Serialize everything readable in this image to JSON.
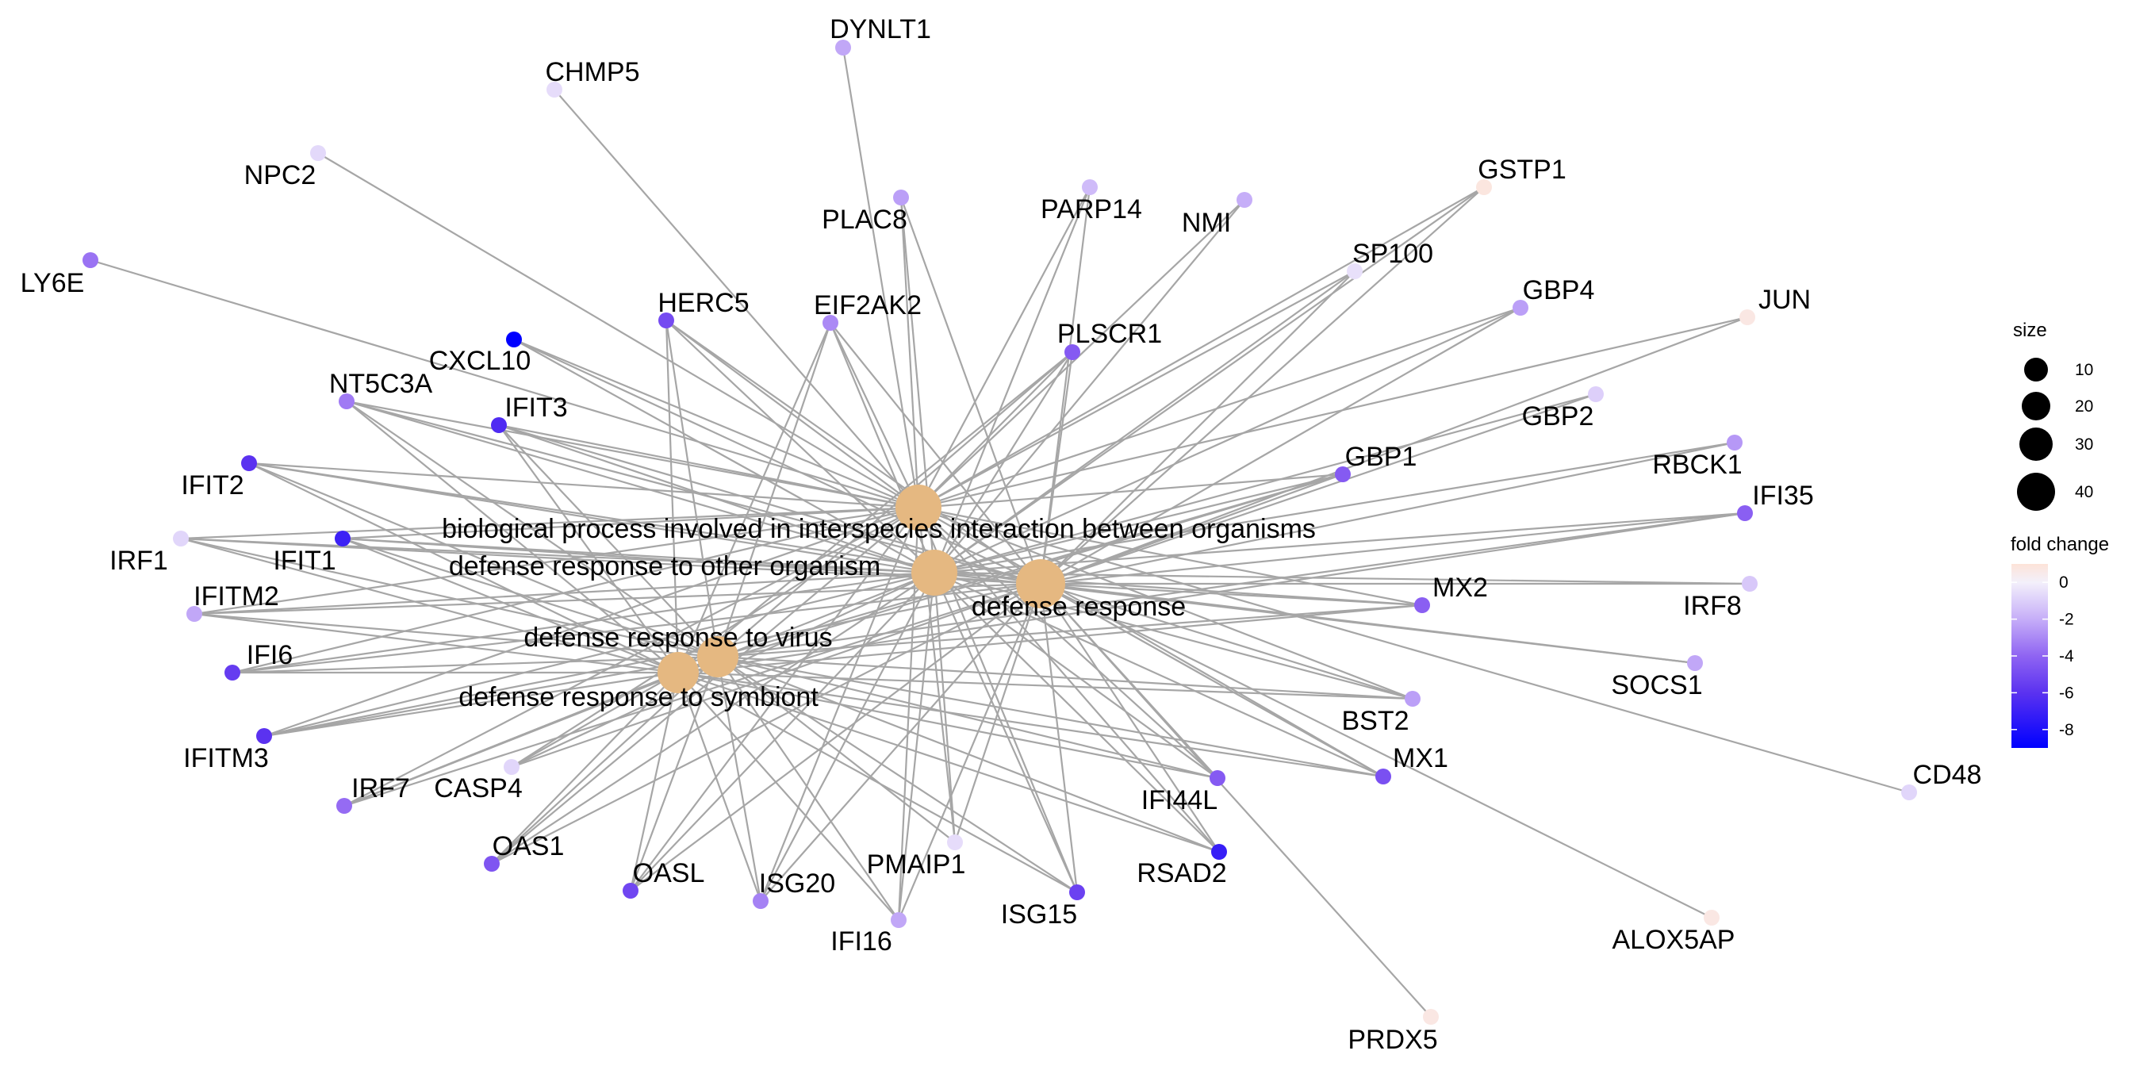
{
  "colors": {
    "edge": "#a6a6a6",
    "term_node": "#e5b881",
    "fold_scale": [
      {
        "v": -9,
        "c": "#0000ff"
      },
      {
        "v": -6,
        "c": "#5b32f0"
      },
      {
        "v": -4,
        "c": "#8f64f2"
      },
      {
        "v": -2,
        "c": "#c6aef8"
      },
      {
        "v": 0,
        "c": "#f3f0fb"
      },
      {
        "v": 1,
        "c": "#fde3d8"
      }
    ]
  },
  "terms": [
    {
      "id": "t1",
      "label": "biological process involved in interspecies interaction between organisms",
      "size": 42
    },
    {
      "id": "t2",
      "label": "defense response to other organism",
      "size": 42
    },
    {
      "id": "t3",
      "label": "defense response",
      "size": 46
    },
    {
      "id": "t4",
      "label": "defense response to virus",
      "size": 36
    },
    {
      "id": "t5",
      "label": "defense response to symbiont",
      "size": 36
    }
  ],
  "genes": [
    {
      "id": "DYNLT1",
      "label": "DYNLT1",
      "fc": -2.2
    },
    {
      "id": "CHMP5",
      "label": "CHMP5",
      "fc": -0.6
    },
    {
      "id": "NPC2",
      "label": "NPC2",
      "fc": -0.7
    },
    {
      "id": "LY6E",
      "label": "LY6E",
      "fc": -3.6
    },
    {
      "id": "PLAC8",
      "label": "PLAC8",
      "fc": -2.4
    },
    {
      "id": "PARP14",
      "label": "PARP14",
      "fc": -1.6
    },
    {
      "id": "NMI",
      "label": "NMI",
      "fc": -2.0
    },
    {
      "id": "GSTP1",
      "label": "GSTP1",
      "fc": 0.8
    },
    {
      "id": "SP100",
      "label": "SP100",
      "fc": -0.5
    },
    {
      "id": "GBP4",
      "label": "GBP4",
      "fc": -2.4
    },
    {
      "id": "JUN",
      "label": "JUN",
      "fc": 0.7
    },
    {
      "id": "HERC5",
      "label": "HERC5",
      "fc": -5.0
    },
    {
      "id": "EIF2AK2",
      "label": "EIF2AK2",
      "fc": -3.0
    },
    {
      "id": "PLSCR1",
      "label": "PLSCR1",
      "fc": -4.4
    },
    {
      "id": "CXCL10",
      "label": "CXCL10",
      "fc": -9.0
    },
    {
      "id": "NT5C3A",
      "label": "NT5C3A",
      "fc": -3.4
    },
    {
      "id": "IFIT3",
      "label": "IFIT3",
      "fc": -6.4
    },
    {
      "id": "GBP2",
      "label": "GBP2",
      "fc": -1.0
    },
    {
      "id": "RBCK1",
      "label": "RBCK1",
      "fc": -2.6
    },
    {
      "id": "GBP1",
      "label": "GBP1",
      "fc": -4.4
    },
    {
      "id": "IFIT2",
      "label": "IFIT2",
      "fc": -6.0
    },
    {
      "id": "IFI35",
      "label": "IFI35",
      "fc": -4.2
    },
    {
      "id": "IRF1",
      "label": "IRF1",
      "fc": -0.8
    },
    {
      "id": "IFIT1",
      "label": "IFIT1",
      "fc": -7.0
    },
    {
      "id": "IFITM2",
      "label": "IFITM2",
      "fc": -2.2
    },
    {
      "id": "MX2",
      "label": "MX2",
      "fc": -4.2
    },
    {
      "id": "IRF8",
      "label": "IRF8",
      "fc": -1.2
    },
    {
      "id": "IFI6",
      "label": "IFI6",
      "fc": -5.6
    },
    {
      "id": "SOCS1",
      "label": "SOCS1",
      "fc": -2.2
    },
    {
      "id": "BST2",
      "label": "BST2",
      "fc": -2.4
    },
    {
      "id": "IFITM3",
      "label": "IFITM3",
      "fc": -6.0
    },
    {
      "id": "MX1",
      "label": "MX1",
      "fc": -4.8
    },
    {
      "id": "IRF7",
      "label": "IRF7",
      "fc": -3.8
    },
    {
      "id": "CASP4",
      "label": "CASP4",
      "fc": -0.8
    },
    {
      "id": "CD48",
      "label": "CD48",
      "fc": -0.8
    },
    {
      "id": "IFI44L",
      "label": "IFI44L",
      "fc": -4.4
    },
    {
      "id": "OAS1",
      "label": "OAS1",
      "fc": -4.6
    },
    {
      "id": "OASL",
      "label": "OASL",
      "fc": -5.2
    },
    {
      "id": "ISG20",
      "label": "ISG20",
      "fc": -3.2
    },
    {
      "id": "PMAIP1",
      "label": "PMAIP1",
      "fc": -0.6
    },
    {
      "id": "RSAD2",
      "label": "RSAD2",
      "fc": -7.2
    },
    {
      "id": "ISG15",
      "label": "ISG15",
      "fc": -5.4
    },
    {
      "id": "ALOX5AP",
      "label": "ALOX5AP",
      "fc": 0.7
    },
    {
      "id": "IFI16",
      "label": "IFI16",
      "fc": -2.2
    },
    {
      "id": "PRDX5",
      "label": "PRDX5",
      "fc": 0.7
    }
  ],
  "edges": {
    "t1": [
      "DYNLT1",
      "CHMP5",
      "NPC2",
      "LY6E",
      "PLAC8",
      "PARP14",
      "NMI",
      "SP100",
      "GBP4",
      "JUN",
      "HERC5",
      "EIF2AK2",
      "PLSCR1",
      "CXCL10",
      "NT5C3A",
      "IFIT3",
      "GBP1",
      "IFIT2",
      "IRF1",
      "IFIT1",
      "IFITM2",
      "MX2",
      "IFI6",
      "BST2",
      "IFITM3",
      "MX1",
      "IRF7",
      "CASP4",
      "CD48",
      "IFI44L",
      "OAS1",
      "OASL",
      "ISG20",
      "PMAIP1",
      "RSAD2",
      "ISG15",
      "IFI16",
      "GSTP1"
    ],
    "t2": [
      "PLAC8",
      "PARP14",
      "NMI",
      "SP100",
      "GBP4",
      "HERC5",
      "EIF2AK2",
      "PLSCR1",
      "CXCL10",
      "NT5C3A",
      "IFIT3",
      "GBP2",
      "RBCK1",
      "GBP1",
      "IFIT2",
      "IFI35",
      "IRF1",
      "IFIT1",
      "IFITM2",
      "MX2",
      "IRF8",
      "IFI6",
      "SOCS1",
      "BST2",
      "IFITM3",
      "MX1",
      "IRF7",
      "CASP4",
      "IFI44L",
      "OAS1",
      "OASL",
      "ISG20",
      "PMAIP1",
      "RSAD2",
      "ISG15",
      "IFI16",
      "GSTP1"
    ],
    "t3": [
      "PLAC8",
      "PARP14",
      "SP100",
      "GBP4",
      "JUN",
      "HERC5",
      "EIF2AK2",
      "PLSCR1",
      "CXCL10",
      "NT5C3A",
      "IFIT3",
      "GBP2",
      "RBCK1",
      "GBP1",
      "IFIT2",
      "IFI35",
      "IRF1",
      "IFIT1",
      "IFITM2",
      "MX2",
      "IRF8",
      "IFI6",
      "SOCS1",
      "BST2",
      "IFITM3",
      "MX1",
      "IRF7",
      "CASP4",
      "IFI44L",
      "OAS1",
      "OASL",
      "ISG20",
      "PMAIP1",
      "RSAD2",
      "ISG15",
      "IFI16",
      "ALOX5AP",
      "PRDX5",
      "GSTP1"
    ],
    "t4": [
      "HERC5",
      "EIF2AK2",
      "PLSCR1",
      "NT5C3A",
      "IFIT3",
      "GBP1",
      "IFIT2",
      "IFI35",
      "IRF1",
      "IFIT1",
      "IFITM2",
      "MX2",
      "IFI6",
      "BST2",
      "IFITM3",
      "MX1",
      "IRF7",
      "IFI44L",
      "OAS1",
      "OASL",
      "ISG20",
      "RSAD2",
      "ISG15",
      "IFI16",
      "PMAIP1"
    ],
    "t5": [
      "HERC5",
      "EIF2AK2",
      "PLSCR1",
      "NT5C3A",
      "IFIT3",
      "GBP1",
      "IFIT2",
      "IFI35",
      "IRF1",
      "IFIT1",
      "IFITM2",
      "MX2",
      "IFI6",
      "BST2",
      "IFITM3",
      "MX1",
      "IRF7",
      "IFI44L",
      "OAS1",
      "OASL",
      "ISG20",
      "RSAD2",
      "ISG15",
      "IFI16",
      "CASP4"
    ]
  },
  "legend": {
    "size_title": "size",
    "size_values": [
      "10",
      "20",
      "30",
      "40"
    ],
    "fold_title": "fold change",
    "fold_ticks": [
      "0",
      "-2",
      "-4",
      "-6",
      "-8"
    ]
  }
}
